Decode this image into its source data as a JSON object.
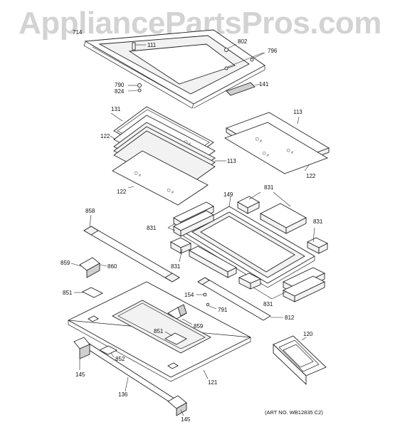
{
  "watermark": {
    "text": "AppliancePartsPros.com"
  },
  "art_number": "(ART NO. WB12835 C2)",
  "callouts": {
    "c714": "714",
    "c111": "111",
    "c802": "802",
    "c796": "796",
    "c790": "790",
    "c824": "824",
    "c141": "141",
    "c131": "131",
    "c122a": "122",
    "c113a": "113",
    "c113b": "113",
    "c122b": "122",
    "c122c": "122",
    "c149": "149",
    "c831a": "831",
    "c831b": "831",
    "c831c": "831",
    "c831d": "831",
    "c831e": "831",
    "c858": "858",
    "c859a": "859",
    "c860": "860",
    "c851a": "851",
    "c154": "154",
    "c791": "791",
    "c812": "812",
    "c851b": "851",
    "c859b": "859",
    "c120": "120",
    "c852": "852",
    "c145a": "145",
    "c121": "121",
    "c136": "136",
    "c145b": "145"
  }
}
